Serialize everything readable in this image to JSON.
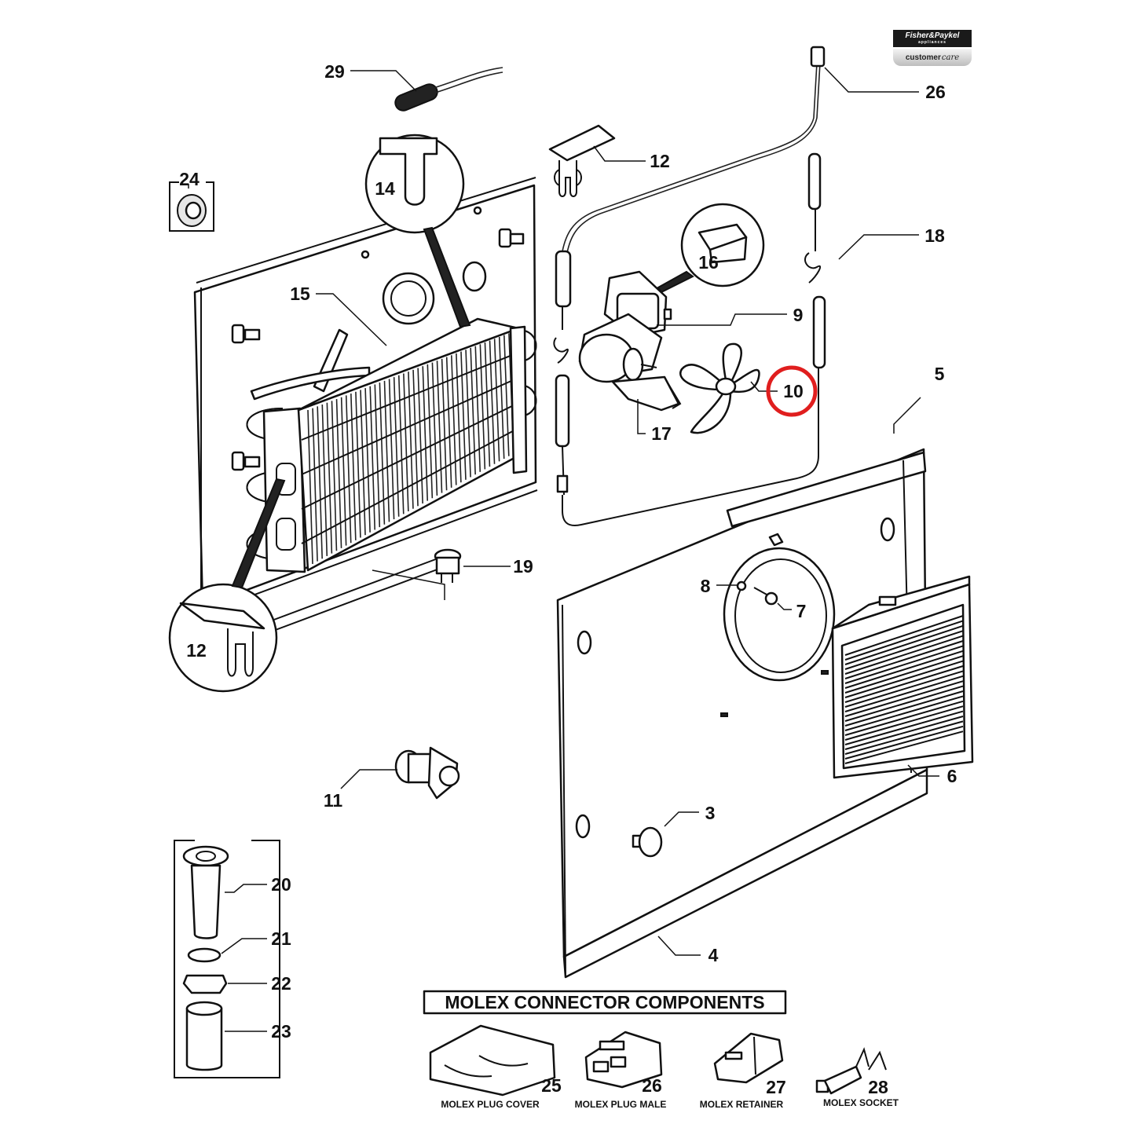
{
  "brand": {
    "name": "Fisher&Paykel",
    "sub": "appliances",
    "care_prefix": "customer",
    "care_suffix": "care"
  },
  "callouts": [
    {
      "id": "29",
      "label": "29"
    },
    {
      "id": "26",
      "label": "26"
    },
    {
      "id": "12",
      "label": "12"
    },
    {
      "id": "24",
      "label": "24"
    },
    {
      "id": "14",
      "label": "14"
    },
    {
      "id": "18",
      "label": "18"
    },
    {
      "id": "16",
      "label": "16"
    },
    {
      "id": "15",
      "label": "15"
    },
    {
      "id": "9",
      "label": "9"
    },
    {
      "id": "10",
      "label": "10",
      "highlighted": true
    },
    {
      "id": "5",
      "label": "5"
    },
    {
      "id": "17",
      "label": "17"
    },
    {
      "id": "19",
      "label": "19"
    },
    {
      "id": "8",
      "label": "8"
    },
    {
      "id": "7",
      "label": "7"
    },
    {
      "id": "12b",
      "label": "12"
    },
    {
      "id": "6",
      "label": "6"
    },
    {
      "id": "11",
      "label": "11"
    },
    {
      "id": "3",
      "label": "3"
    },
    {
      "id": "20",
      "label": "20"
    },
    {
      "id": "21",
      "label": "21"
    },
    {
      "id": "22",
      "label": "22"
    },
    {
      "id": "23",
      "label": "23"
    },
    {
      "id": "4",
      "label": "4"
    }
  ],
  "highlight_color": "#e01e1e",
  "molex": {
    "title": "MOLEX CONNECTOR COMPONENTS",
    "items": [
      {
        "number": "25",
        "caption": "MOLEX PLUG COVER"
      },
      {
        "number": "26",
        "caption": "MOLEX PLUG MALE"
      },
      {
        "number": "27",
        "caption": "MOLEX RETAINER"
      },
      {
        "number": "28",
        "caption": "MOLEX SOCKET"
      }
    ]
  }
}
